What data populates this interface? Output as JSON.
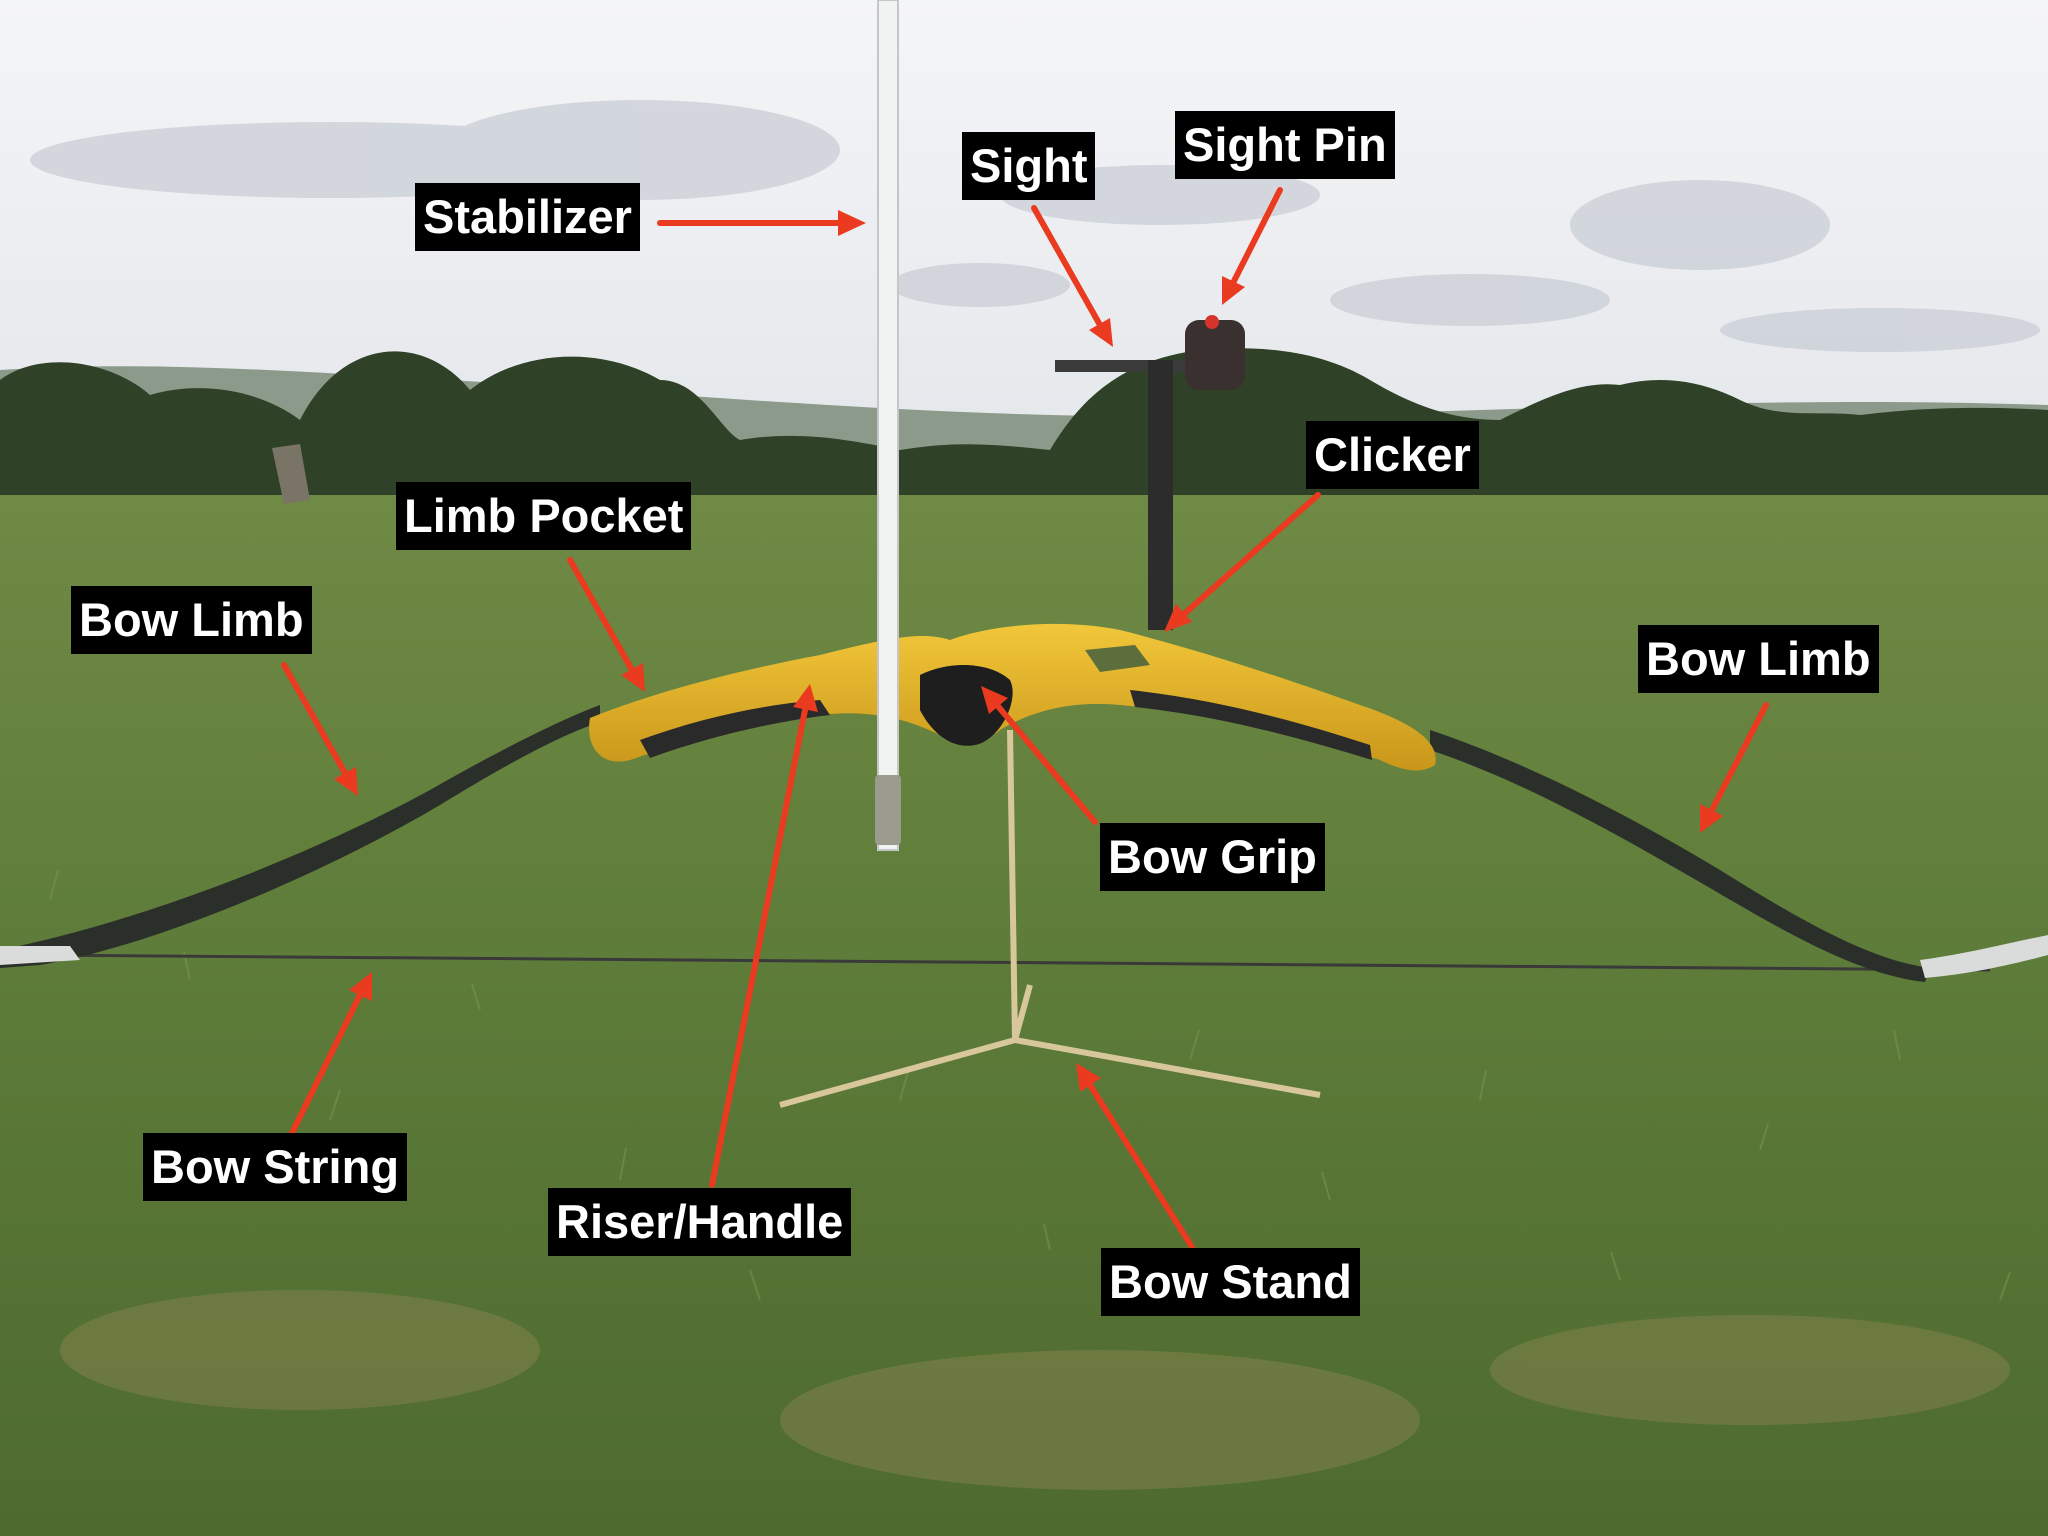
{
  "title": "",
  "labels": {
    "stabilizer": "Stabilizer",
    "sight": "Sight",
    "sight_pin": "Sight Pin",
    "clicker": "Clicker",
    "limb_pocket": "Limb Pocket",
    "bow_limb_left": "Bow Limb",
    "bow_limb_right": "Bow Limb",
    "bow_grip": "Bow Grip",
    "bow_string": "Bow String",
    "riser_handle": "Riser/Handle",
    "bow_stand": "Bow Stand"
  },
  "colors": {
    "label_bg": "#000000",
    "label_text": "#ffffff",
    "arrow": "#ea3a1f",
    "riser": "#e8b62a",
    "grass": "#5f7a3e",
    "sky": "#eef0f2"
  }
}
